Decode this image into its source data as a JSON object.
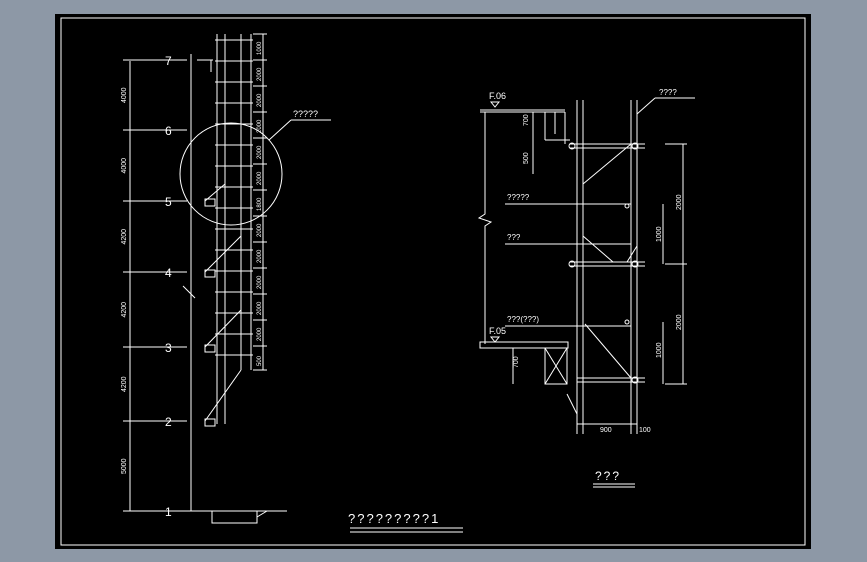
{
  "drawing": {
    "colors": {
      "background": "#000000",
      "frame": "#ffffff",
      "line": "#ffffff",
      "outer": "#8d98a6"
    },
    "left_elevation": {
      "floor_levels": [
        "1",
        "2",
        "3",
        "4",
        "5",
        "6",
        "7"
      ],
      "storey_dimensions": [
        "5000",
        "4200",
        "4200",
        "4200",
        "4000",
        "4000",
        "4000"
      ],
      "vertical_dimensions": [
        "1000",
        "2000",
        "2000",
        "2000",
        "2000",
        "2000",
        "1800",
        "2000",
        "2000",
        "2000",
        "2000",
        "2000",
        "500"
      ],
      "detail_callout": "?????",
      "title": "?????????1"
    },
    "right_section": {
      "elevation_top": "F.06",
      "elevation_bottom": "F.05",
      "labels": [
        "????",
        "?????",
        "???",
        "???(???)"
      ],
      "small_dims": [
        "700",
        "500",
        "700"
      ],
      "right_dims": [
        "2000",
        "1000",
        "2000",
        "1000"
      ],
      "bottom_dims": [
        "900",
        "100"
      ],
      "title": "???"
    }
  }
}
